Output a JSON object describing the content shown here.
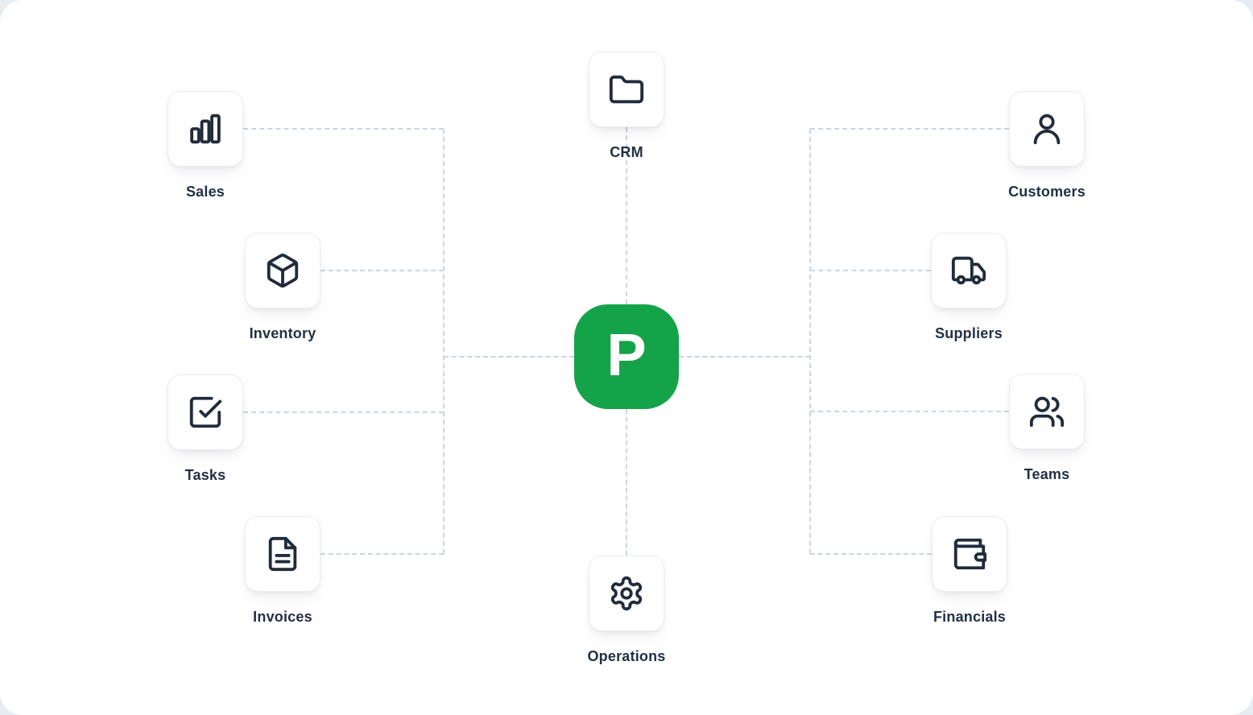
{
  "center": {
    "letter": "P",
    "background": "#15a34a",
    "text_color": "#ffffff"
  },
  "nodes": {
    "sales": {
      "label": "Sales",
      "icon": "bar-chart-icon"
    },
    "inventory": {
      "label": "Inventory",
      "icon": "package-icon"
    },
    "tasks": {
      "label": "Tasks",
      "icon": "check-square-icon"
    },
    "invoices": {
      "label": "Invoices",
      "icon": "file-text-icon"
    },
    "crm": {
      "label": "CRM",
      "icon": "folder-icon"
    },
    "operations": {
      "label": "Operations",
      "icon": "gear-icon"
    },
    "customers": {
      "label": "Customers",
      "icon": "user-icon"
    },
    "suppliers": {
      "label": "Suppliers",
      "icon": "truck-icon"
    },
    "teams": {
      "label": "Teams",
      "icon": "users-icon"
    },
    "financials": {
      "label": "Financials",
      "icon": "wallet-icon"
    }
  },
  "colors": {
    "icon_ink": "#202c3c",
    "label_text": "#233044",
    "connector_line": "#cbd5e1",
    "accent_green": "#15a34a",
    "card_background": "#ffffff"
  }
}
